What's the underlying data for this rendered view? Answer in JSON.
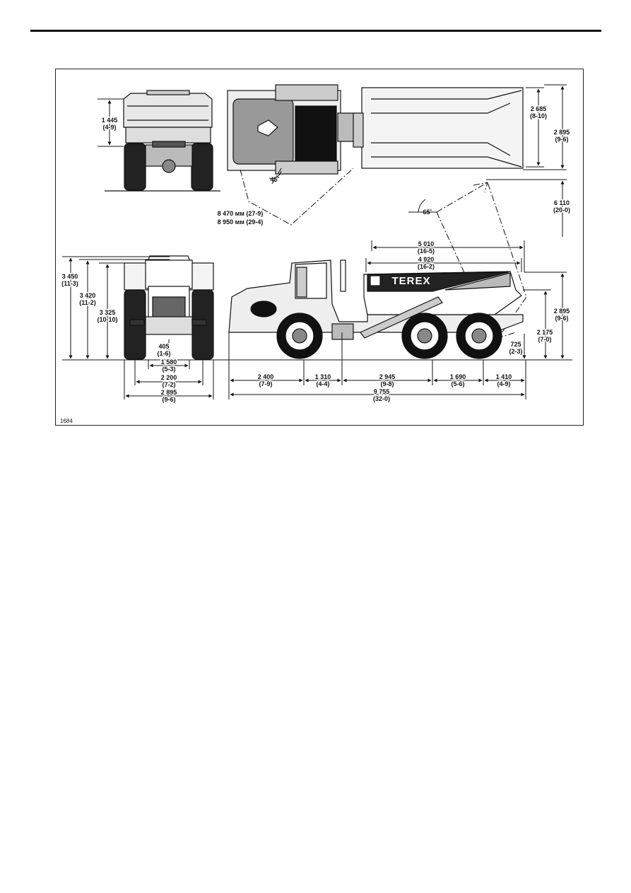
{
  "figure_id": "1684",
  "brand": "TEREX",
  "plan_view": {
    "turn_radius_1": "8 470 мм (27-9)",
    "turn_radius_2": "8 950 мм (29-4)",
    "articulation_angle": "45˚",
    "body_length_a": "2 685",
    "body_length_a_ft": "(8-10)",
    "body_width": "2 895",
    "body_width_ft": "(9-6)"
  },
  "rear_view": {
    "height": "1 445",
    "height_ft": "(4-9)"
  },
  "tipping": {
    "angle": "65˚",
    "raised_height": "6 110",
    "raised_height_ft": "(20-0)"
  },
  "front_view": {
    "overall_height": "3 450",
    "overall_height_ft": "(11-3)",
    "cab_height": "3 420",
    "cab_height_ft": "(11-2)",
    "body_height": "3 325",
    "body_height_ft": "(10-10)",
    "ground_clearance": "405",
    "ground_clearance_ft": "(1-6)",
    "track_inner": "1 580",
    "track_inner_ft": "(5-3)",
    "track_outer": "2 200",
    "track_outer_ft": "(7-2)",
    "overall_width": "2 895",
    "overall_width_ft": "(9-6)"
  },
  "side_view": {
    "body_length": "5 010",
    "body_length_ft": "(16-5)",
    "body_inner_length": "4 920",
    "body_inner_length_ft": "(16-2)",
    "side_height": "2 895",
    "side_height_ft": "(9-6)",
    "dump_clearance": "2 175",
    "dump_clearance_ft": "(7-0)",
    "tail_clearance": "725",
    "tail_clearance_ft": "(2-3)",
    "seg_front": "2 400",
    "seg_front_ft": "(7-9)",
    "seg_hitch": "1 310",
    "seg_hitch_ft": "(4-4)",
    "seg_mid": "2 945",
    "seg_mid_ft": "(9-8)",
    "seg_bogie": "1 690",
    "seg_bogie_ft": "(5-6)",
    "seg_rear": "1 410",
    "seg_rear_ft": "(4-9)",
    "overall_length": "9 755",
    "overall_length_ft": "(32-0)"
  }
}
